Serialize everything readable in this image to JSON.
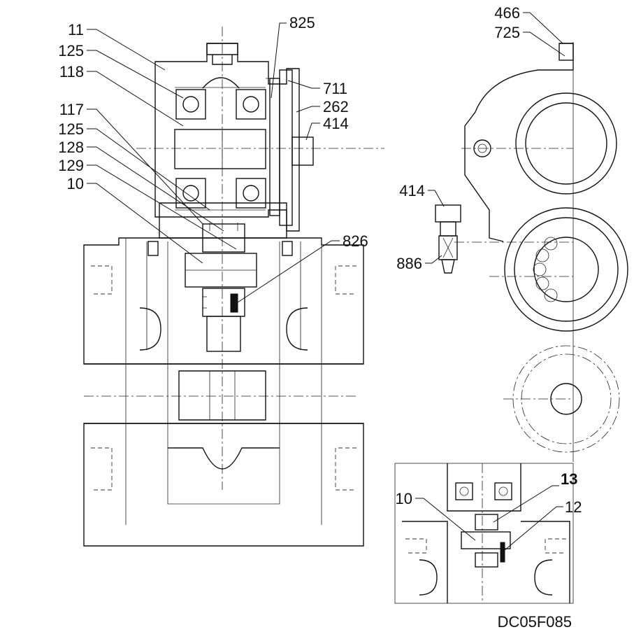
{
  "figure_id": "DC05F085",
  "callouts": {
    "main_left": [
      "11",
      "125",
      "118",
      "117",
      "125",
      "128",
      "129",
      "10"
    ],
    "main_right": [
      "825",
      "711",
      "262",
      "414",
      "826"
    ],
    "detail_upper": [
      "466",
      "725",
      "414",
      "886"
    ],
    "detail_lower": [
      "10",
      "13",
      "12"
    ]
  }
}
